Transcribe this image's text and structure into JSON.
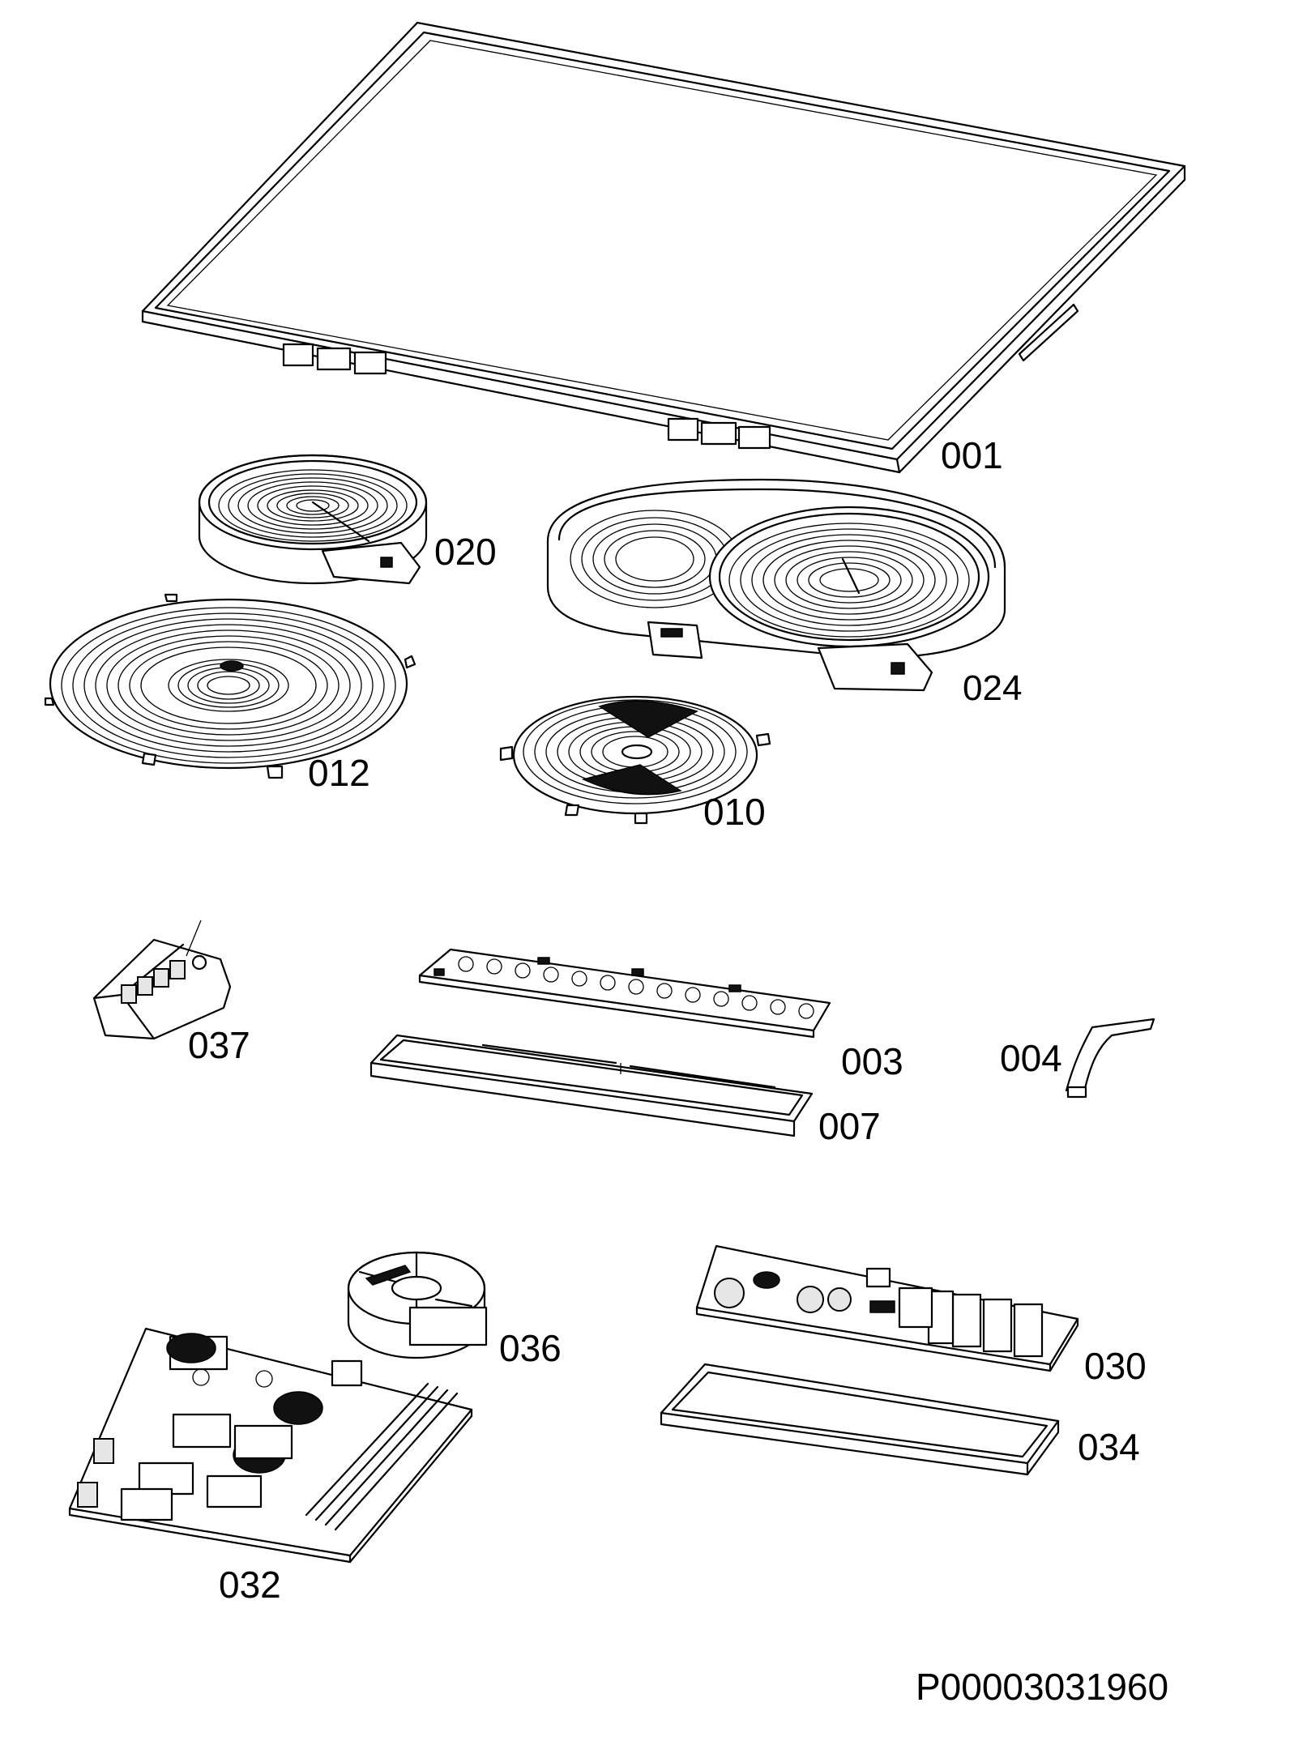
{
  "parts": [
    {
      "id": "glass-top",
      "label": "001"
    },
    {
      "id": "heater-small",
      "label": "020"
    },
    {
      "id": "heater-dual-oval",
      "label": "024"
    },
    {
      "id": "heater-large-coil",
      "label": "012"
    },
    {
      "id": "heater-medium-coil",
      "label": "010"
    },
    {
      "id": "terminal-block",
      "label": "037"
    },
    {
      "id": "control-board",
      "label": "003"
    },
    {
      "id": "control-board-housing",
      "label": "007"
    },
    {
      "id": "flat-cable",
      "label": "004"
    },
    {
      "id": "cooling-fan",
      "label": "036"
    },
    {
      "id": "power-board",
      "label": "032"
    },
    {
      "id": "filter-board",
      "label": "030"
    },
    {
      "id": "filter-board-tray",
      "label": "034"
    }
  ],
  "drawing_code": "P00003031960"
}
